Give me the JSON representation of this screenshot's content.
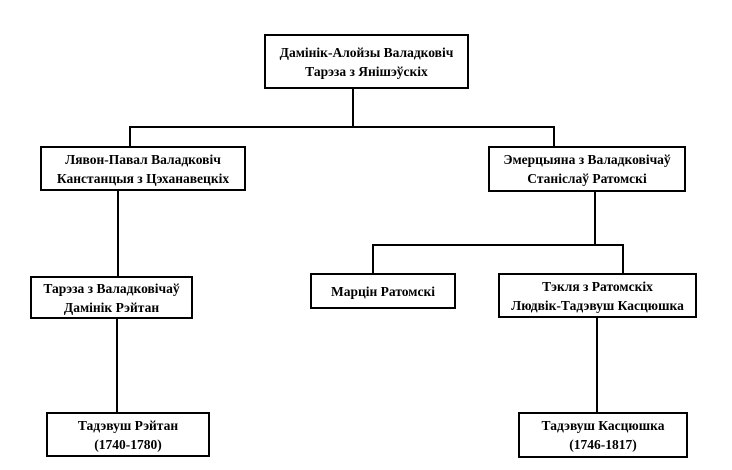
{
  "diagram": {
    "type": "family-tree",
    "language": "Belarusian",
    "colors": {
      "background": "#ffffff",
      "border": "#000000",
      "text": "#000000",
      "line": "#000000"
    },
    "nodes": {
      "root": {
        "line1": "Дамінік-Алойзы Валадковіч",
        "line2": "Тарэза з Янішэўскіх"
      },
      "l2_left": {
        "line1": "Лявон-Павал Валадковіч",
        "line2": "Канстанцыя з Цэханавецкіх"
      },
      "l2_right": {
        "line1": "Эмерцыяна з Валадковічаў",
        "line2": "Станіслаў Ратомскі"
      },
      "l3_left": {
        "line1": "Тарэза з Валадковічаў",
        "line2": "Дамінік Рэйтан"
      },
      "l3_mid": {
        "line1": "Марцін Ратомскі"
      },
      "l3_right": {
        "line1": "Тэкля з Ратомскіх",
        "line2": "Людвік-Тадэвуш Касцюшка"
      },
      "l4_left": {
        "line1": "Тадэвуш Рэйтан",
        "line2": "(1740-1780)"
      },
      "l4_right": {
        "line1": "Тадэвуш Касцюшка",
        "line2": "(1746-1817)"
      }
    }
  }
}
